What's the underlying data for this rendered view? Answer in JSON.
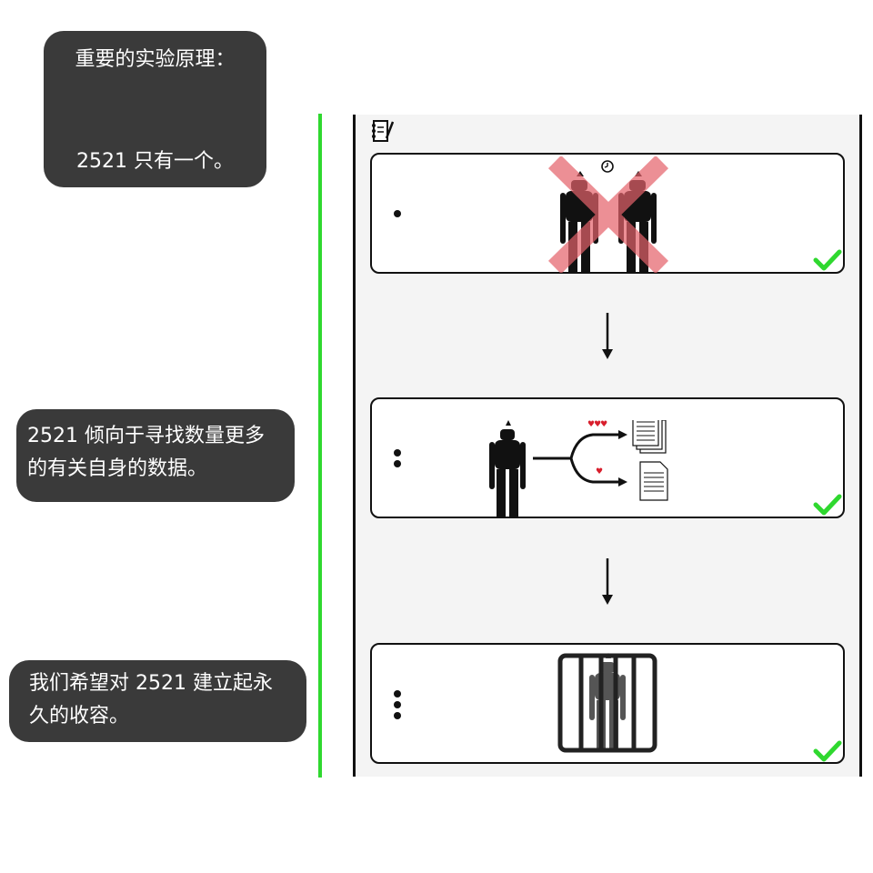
{
  "bubbles": {
    "principle": {
      "line1": "重要的实验原理：",
      "line2": "2521 只有一个。"
    },
    "tendency": {
      "line1": "2521  倾向于寻找数量更多",
      "line2": "的有关自身的数据。"
    },
    "containment": {
      "line1": "我们希望对 2521 建立起永",
      "line2": "久的收容。"
    }
  },
  "flow": {
    "steps": [
      {
        "marker_dots": 1,
        "status": "checked"
      },
      {
        "marker_dots": 2,
        "status": "checked"
      },
      {
        "marker_dots": 3,
        "status": "checked"
      }
    ],
    "hearts": {
      "top_branch": "♥♥♥",
      "bottom_branch": "♥"
    }
  },
  "colors": {
    "accent_green": "#2fd82f",
    "bubble_bg": "#3a3a3a",
    "heart_red": "#d81e2c",
    "cross_pink": "#f2a6a8"
  },
  "icons": [
    "notebook-icon",
    "clock-icon",
    "cross-icon",
    "figure-icon",
    "document-icon",
    "cage-icon",
    "checkmark-icon",
    "arrow-down-icon"
  ]
}
